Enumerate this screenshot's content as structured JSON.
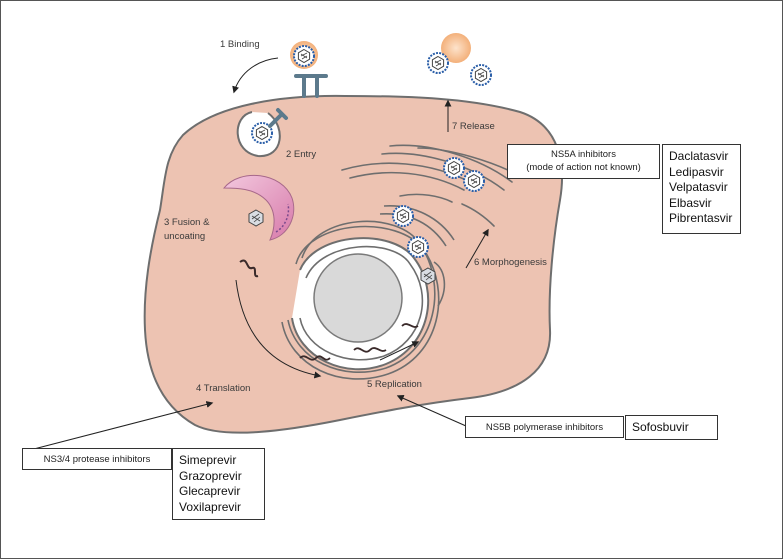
{
  "steps": {
    "binding": "1 Binding",
    "entry": "2 Entry",
    "fusion_line1": "3 Fusion &",
    "fusion_line2": "uncoating",
    "translation": "4 Translation",
    "replication": "5 Replication",
    "morphogenesis": "6 Morphogenesis",
    "release": "7 Release"
  },
  "inhibitors": {
    "ns5a": {
      "title_line1": "NS5A inhibitors",
      "title_line2": "(mode of action not known)",
      "drugs": [
        "Daclatasvir",
        "Ledipasvir",
        "Velpatasvir",
        "Elbasvir",
        "Pibrentasvir"
      ]
    },
    "ns5b": {
      "title": "NS5B polymerase inhibitors",
      "drugs": [
        "Sofosbuvir"
      ]
    },
    "ns34": {
      "title": "NS3/4 protease inhibitors",
      "drugs": [
        "Simeprevir",
        "Grazoprevir",
        "Glecaprevir",
        "Voxilaprevir"
      ]
    }
  },
  "colors": {
    "cell_fill": "#edc3b2",
    "cell_stroke": "#6e6e6e",
    "virus_blue": "#2a5ea8",
    "receptor": "#5c7a8c",
    "endosome_pink": "#e7a6c8",
    "lipoprotein_orange": "#f4b887"
  }
}
